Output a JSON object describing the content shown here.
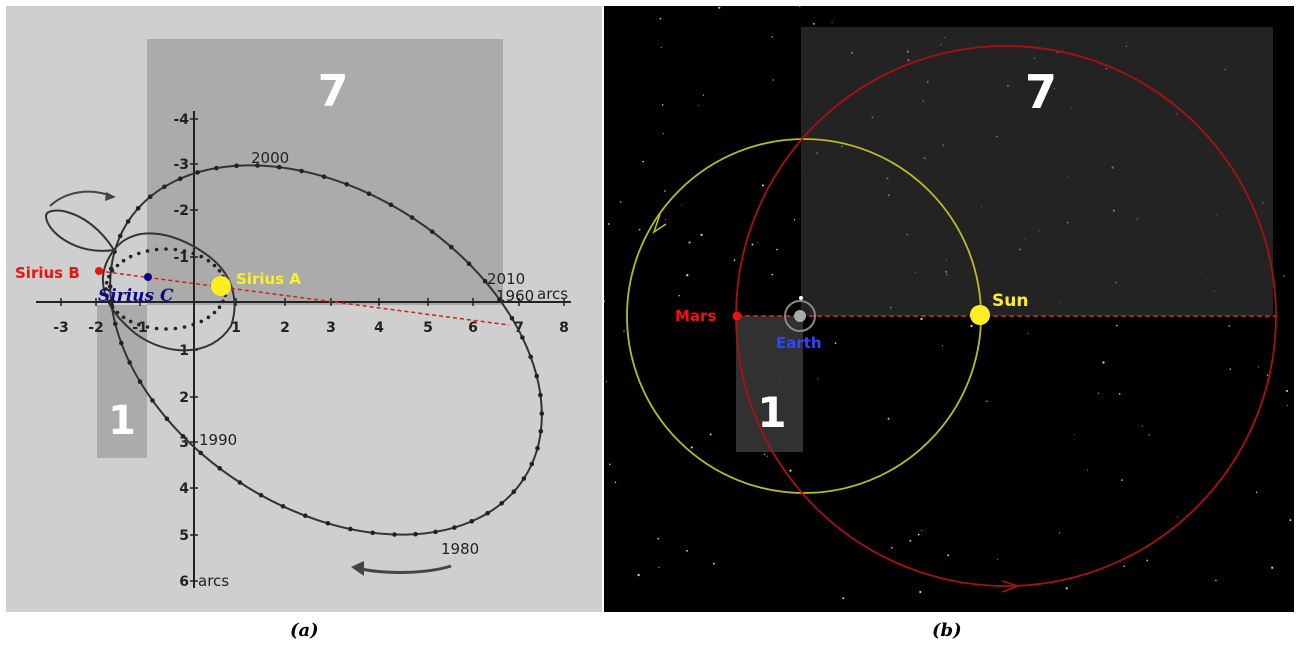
{
  "panel_a": {
    "region_large": "7",
    "region_small": "1",
    "x_ticks": [
      "-3",
      "-2",
      "-1",
      "1",
      "2",
      "3",
      "4",
      "5",
      "6",
      "7",
      "8"
    ],
    "y_ticks_up": [
      "-4",
      "-3",
      "-2",
      "-1"
    ],
    "y_ticks_down": [
      "1",
      "2",
      "3",
      "4",
      "5",
      "6"
    ],
    "x_unit": "arcs",
    "y_unit": "arcs",
    "year_labels": [
      "2000",
      "2010",
      "1960",
      "1990",
      "1980"
    ],
    "sirius_a": "Sirius A",
    "sirius_b": "Sirius B",
    "sirius_c": "Sirius C",
    "colors": {
      "sirius_a": "#ffee22",
      "sirius_b": "#ee1111",
      "sirius_c": "#0a0a88",
      "shade": "#ababab"
    }
  },
  "panel_b": {
    "region_large": "7",
    "region_small": "1",
    "sun": "Sun",
    "mars": "Mars",
    "earth": "Earth",
    "colors": {
      "sun": "#ffee22",
      "mars": "#ee1111",
      "earth": "#3344ff",
      "yellow_orbit": "#bbbb22",
      "red_orbit": "#aa1111"
    }
  },
  "captions": {
    "a": "(a)",
    "b": "(b)"
  }
}
